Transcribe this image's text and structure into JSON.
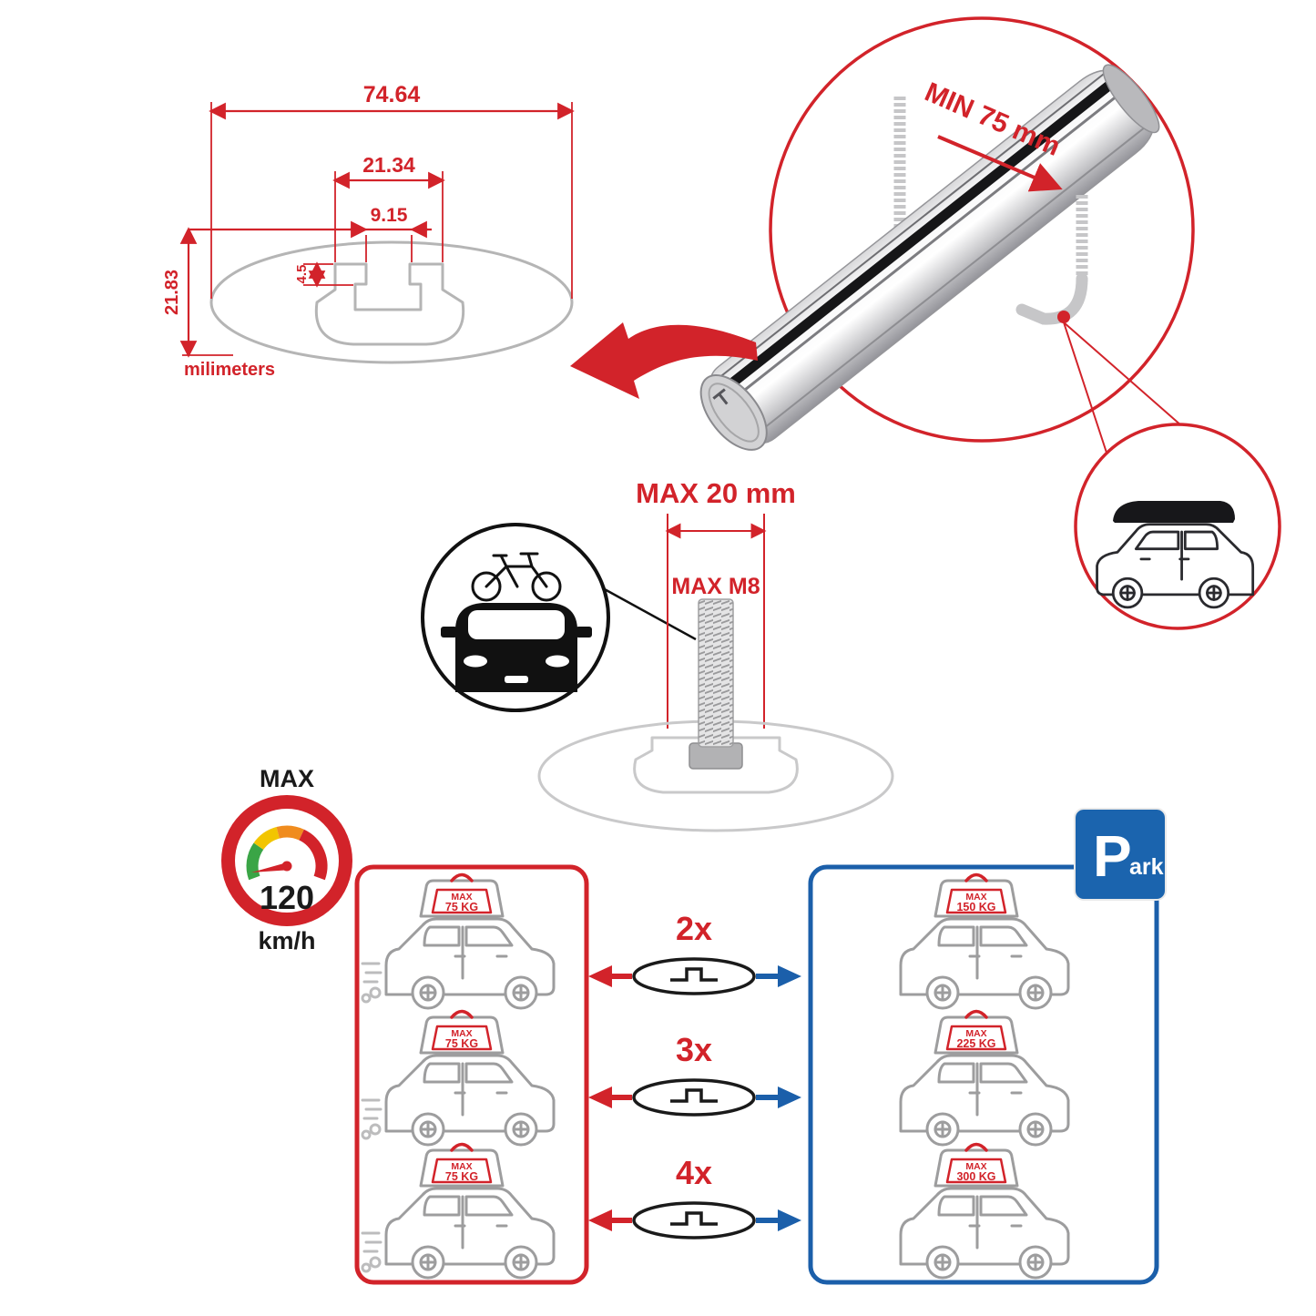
{
  "colors": {
    "red": "#d2232a",
    "blue": "#1b5faa",
    "gray": "#b5b5b5",
    "dark": "#1a1a1a"
  },
  "dimension_drawing": {
    "total_width": "74.64",
    "step_width": "21.34",
    "slot_width": "9.15",
    "step_depth": "4.5",
    "total_height": "21.83",
    "unit": "milimeters"
  },
  "clamp": {
    "min_label": "MIN 75 mm"
  },
  "bolt": {
    "max_length": "MAX 20 mm",
    "max_thread": "MAX M8"
  },
  "speed": {
    "label": "MAX",
    "value": "120",
    "unit": "km/h"
  },
  "driving_panel": {
    "cars": [
      {
        "max": "MAX",
        "kg": "75 KG"
      },
      {
        "max": "MAX",
        "kg": "75 KG"
      },
      {
        "max": "MAX",
        "kg": "75 KG"
      }
    ]
  },
  "crossbars": {
    "rows": [
      {
        "count": "2x"
      },
      {
        "count": "3x"
      },
      {
        "count": "4x"
      }
    ]
  },
  "parked_panel": {
    "cars": [
      {
        "max": "MAX",
        "kg": "150 KG"
      },
      {
        "max": "MAX",
        "kg": "225 KG"
      },
      {
        "max": "MAX",
        "kg": "300 KG"
      }
    ]
  },
  "park_sign": {
    "letter": "P",
    "suffix": "ark"
  }
}
